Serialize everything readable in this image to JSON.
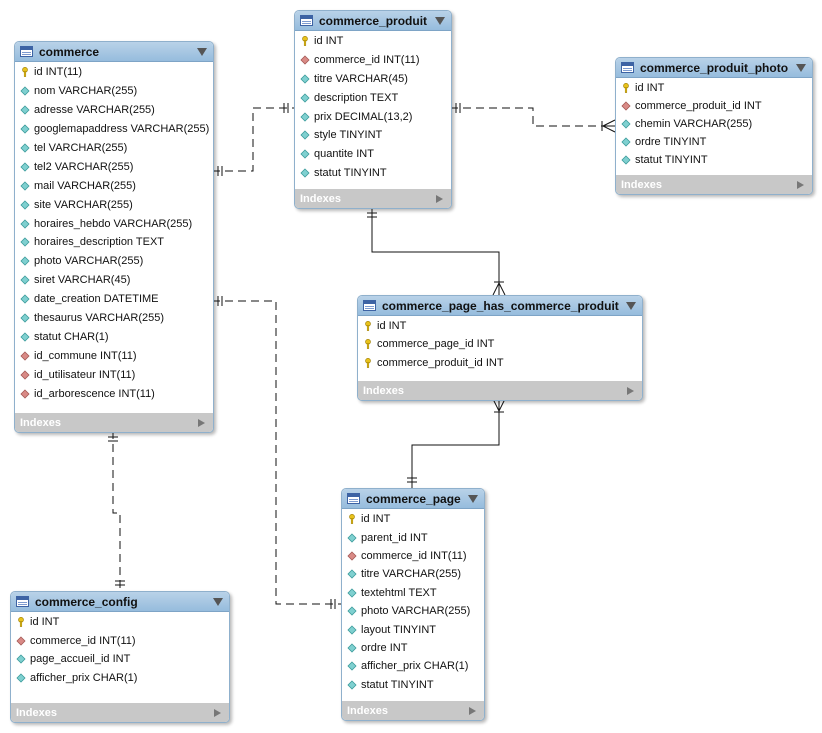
{
  "diagram": {
    "footer_label": "Indexes",
    "tables": [
      {
        "id": "commerce",
        "name": "commerce",
        "columns": [
          {
            "text": "id INT(11)",
            "kind": "pk"
          },
          {
            "text": "nom VARCHAR(255)",
            "kind": "attr"
          },
          {
            "text": "adresse VARCHAR(255)",
            "kind": "attr"
          },
          {
            "text": "googlemapaddress VARCHAR(255)",
            "kind": "attr"
          },
          {
            "text": "tel VARCHAR(255)",
            "kind": "attr"
          },
          {
            "text": "tel2 VARCHAR(255)",
            "kind": "attr"
          },
          {
            "text": "mail VARCHAR(255)",
            "kind": "attr"
          },
          {
            "text": "site VARCHAR(255)",
            "kind": "attr"
          },
          {
            "text": "horaires_hebdo VARCHAR(255)",
            "kind": "attr"
          },
          {
            "text": "horaires_description TEXT",
            "kind": "attr"
          },
          {
            "text": "photo VARCHAR(255)",
            "kind": "attr"
          },
          {
            "text": "siret VARCHAR(45)",
            "kind": "attr"
          },
          {
            "text": "date_creation DATETIME",
            "kind": "attr"
          },
          {
            "text": "thesaurus VARCHAR(255)",
            "kind": "attr"
          },
          {
            "text": "statut CHAR(1)",
            "kind": "attr"
          },
          {
            "text": "id_commune INT(11)",
            "kind": "fk"
          },
          {
            "text": "id_utilisateur INT(11)",
            "kind": "fk"
          },
          {
            "text": "id_arborescence INT(11)",
            "kind": "fk"
          }
        ]
      },
      {
        "id": "commerce_produit",
        "name": "commerce_produit",
        "columns": [
          {
            "text": "id INT",
            "kind": "pk"
          },
          {
            "text": "commerce_id INT(11)",
            "kind": "fk"
          },
          {
            "text": "titre VARCHAR(45)",
            "kind": "attr"
          },
          {
            "text": "description TEXT",
            "kind": "attr"
          },
          {
            "text": "prix DECIMAL(13,2)",
            "kind": "attr"
          },
          {
            "text": "style TINYINT",
            "kind": "attr"
          },
          {
            "text": "quantite INT",
            "kind": "attr"
          },
          {
            "text": "statut TINYINT",
            "kind": "attr"
          }
        ]
      },
      {
        "id": "commerce_produit_photo",
        "name": "commerce_produit_photo",
        "columns": [
          {
            "text": "id INT",
            "kind": "pk"
          },
          {
            "text": "commerce_produit_id INT",
            "kind": "fk"
          },
          {
            "text": "chemin VARCHAR(255)",
            "kind": "attr"
          },
          {
            "text": "ordre TINYINT",
            "kind": "attr"
          },
          {
            "text": "statut TINYINT",
            "kind": "attr"
          }
        ]
      },
      {
        "id": "commerce_page_has_commerce_produit",
        "name": "commerce_page_has_commerce_produit",
        "columns": [
          {
            "text": "id INT",
            "kind": "pk"
          },
          {
            "text": "commerce_page_id INT",
            "kind": "pk"
          },
          {
            "text": "commerce_produit_id INT",
            "kind": "pk"
          }
        ]
      },
      {
        "id": "commerce_page",
        "name": "commerce_page",
        "columns": [
          {
            "text": "id INT",
            "kind": "pk"
          },
          {
            "text": "parent_id INT",
            "kind": "attr"
          },
          {
            "text": "commerce_id INT(11)",
            "kind": "fk"
          },
          {
            "text": "titre VARCHAR(255)",
            "kind": "attr"
          },
          {
            "text": "textehtml TEXT",
            "kind": "attr"
          },
          {
            "text": "photo VARCHAR(255)",
            "kind": "attr"
          },
          {
            "text": "layout TINYINT",
            "kind": "attr"
          },
          {
            "text": "ordre INT",
            "kind": "attr"
          },
          {
            "text": "afficher_prix CHAR(1)",
            "kind": "attr"
          },
          {
            "text": "statut TINYINT",
            "kind": "attr"
          }
        ]
      },
      {
        "id": "commerce_config",
        "name": "commerce_config",
        "columns": [
          {
            "text": "id INT",
            "kind": "pk"
          },
          {
            "text": "commerce_id INT(11)",
            "kind": "fk"
          },
          {
            "text": "page_accueil_id INT",
            "kind": "attr"
          },
          {
            "text": "afficher_prix CHAR(1)",
            "kind": "attr"
          }
        ]
      }
    ],
    "relationships": [
      {
        "from": "commerce",
        "to": "commerce_produit",
        "identifying": false,
        "cardinality": "one-to-one"
      },
      {
        "from": "commerce_produit",
        "to": "commerce_produit_photo",
        "identifying": false,
        "cardinality": "one-to-many"
      },
      {
        "from": "commerce_produit",
        "to": "commerce_page_has_commerce_produit",
        "identifying": true,
        "cardinality": "one-to-many"
      },
      {
        "from": "commerce_page",
        "to": "commerce_page_has_commerce_produit",
        "identifying": true,
        "cardinality": "one-to-many"
      },
      {
        "from": "commerce",
        "to": "commerce_page",
        "identifying": false,
        "cardinality": "one-to-one"
      },
      {
        "from": "commerce",
        "to": "commerce_config",
        "identifying": false,
        "cardinality": "one-to-one"
      }
    ],
    "colors": {
      "header": "#a9c8e4",
      "footer": "#c8c8c8",
      "pk_key": "#e8c21c",
      "fk_diamond": "#d98a86",
      "attr_diamond": "#7fd0d0",
      "line": "#111111"
    }
  }
}
